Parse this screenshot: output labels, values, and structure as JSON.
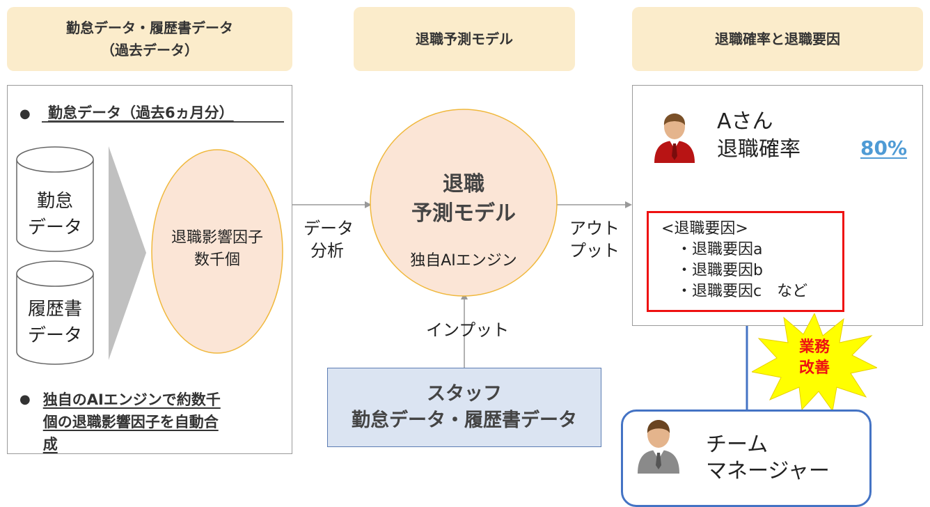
{
  "headers": {
    "left_line1": "勤怠データ・履歴書データ",
    "left_line2": "（過去データ）",
    "middle": "退職予測モデル",
    "right": "退職確率と退職要因"
  },
  "left_panel": {
    "bullet1": "勤怠データ（過去6ヵ月分）",
    "cylinder1_line1": "勤怠",
    "cylinder1_line2": "データ",
    "cylinder2_line1": "履歴書",
    "cylinder2_line2": "データ",
    "oval_line1": "退職影響因子",
    "oval_line2": "数千個",
    "bullet2_line1": "独自のAIエンジンで約数千",
    "bullet2_line2": "個の退職影響因子を自動合",
    "bullet2_line3": "成"
  },
  "flow": {
    "data_analysis_line1": "データ",
    "data_analysis_line2": "分析",
    "output_line1": "アウト",
    "output_line2": "プット",
    "input": "インプット"
  },
  "model": {
    "title_line1": "退職",
    "title_line2": "予測モデル",
    "engine": "独自AIエンジン"
  },
  "staff": {
    "line1": "スタッフ",
    "line2": "勤怠データ・履歴書データ"
  },
  "result": {
    "person_name": "Aさん",
    "probability_label": "退職確率",
    "probability_value": "80%",
    "factors_title": "<退職要因>",
    "factor_a": "・退職要因a",
    "factor_b": "・退職要因b",
    "factor_c": "・退職要因c　など"
  },
  "burst": {
    "line1": "業務",
    "line2": "改善"
  },
  "manager": {
    "line1": "チーム",
    "line2": "マネージャー"
  },
  "colors": {
    "header_bg": "#fbeccb",
    "oval_fill": "#fbe5d6",
    "oval_stroke": "#f0b83c",
    "staff_bg": "#dbe4f2",
    "staff_border": "#5b7cb3",
    "accent_blue": "#4f9bd5",
    "factor_border": "#ee1111",
    "burst_fill": "#ffff00",
    "manager_border": "#4473c4"
  },
  "icons": [
    "person-red-tie-icon",
    "person-gray-suit-icon",
    "cylinder-icon",
    "arrow-icon",
    "starburst-icon"
  ]
}
